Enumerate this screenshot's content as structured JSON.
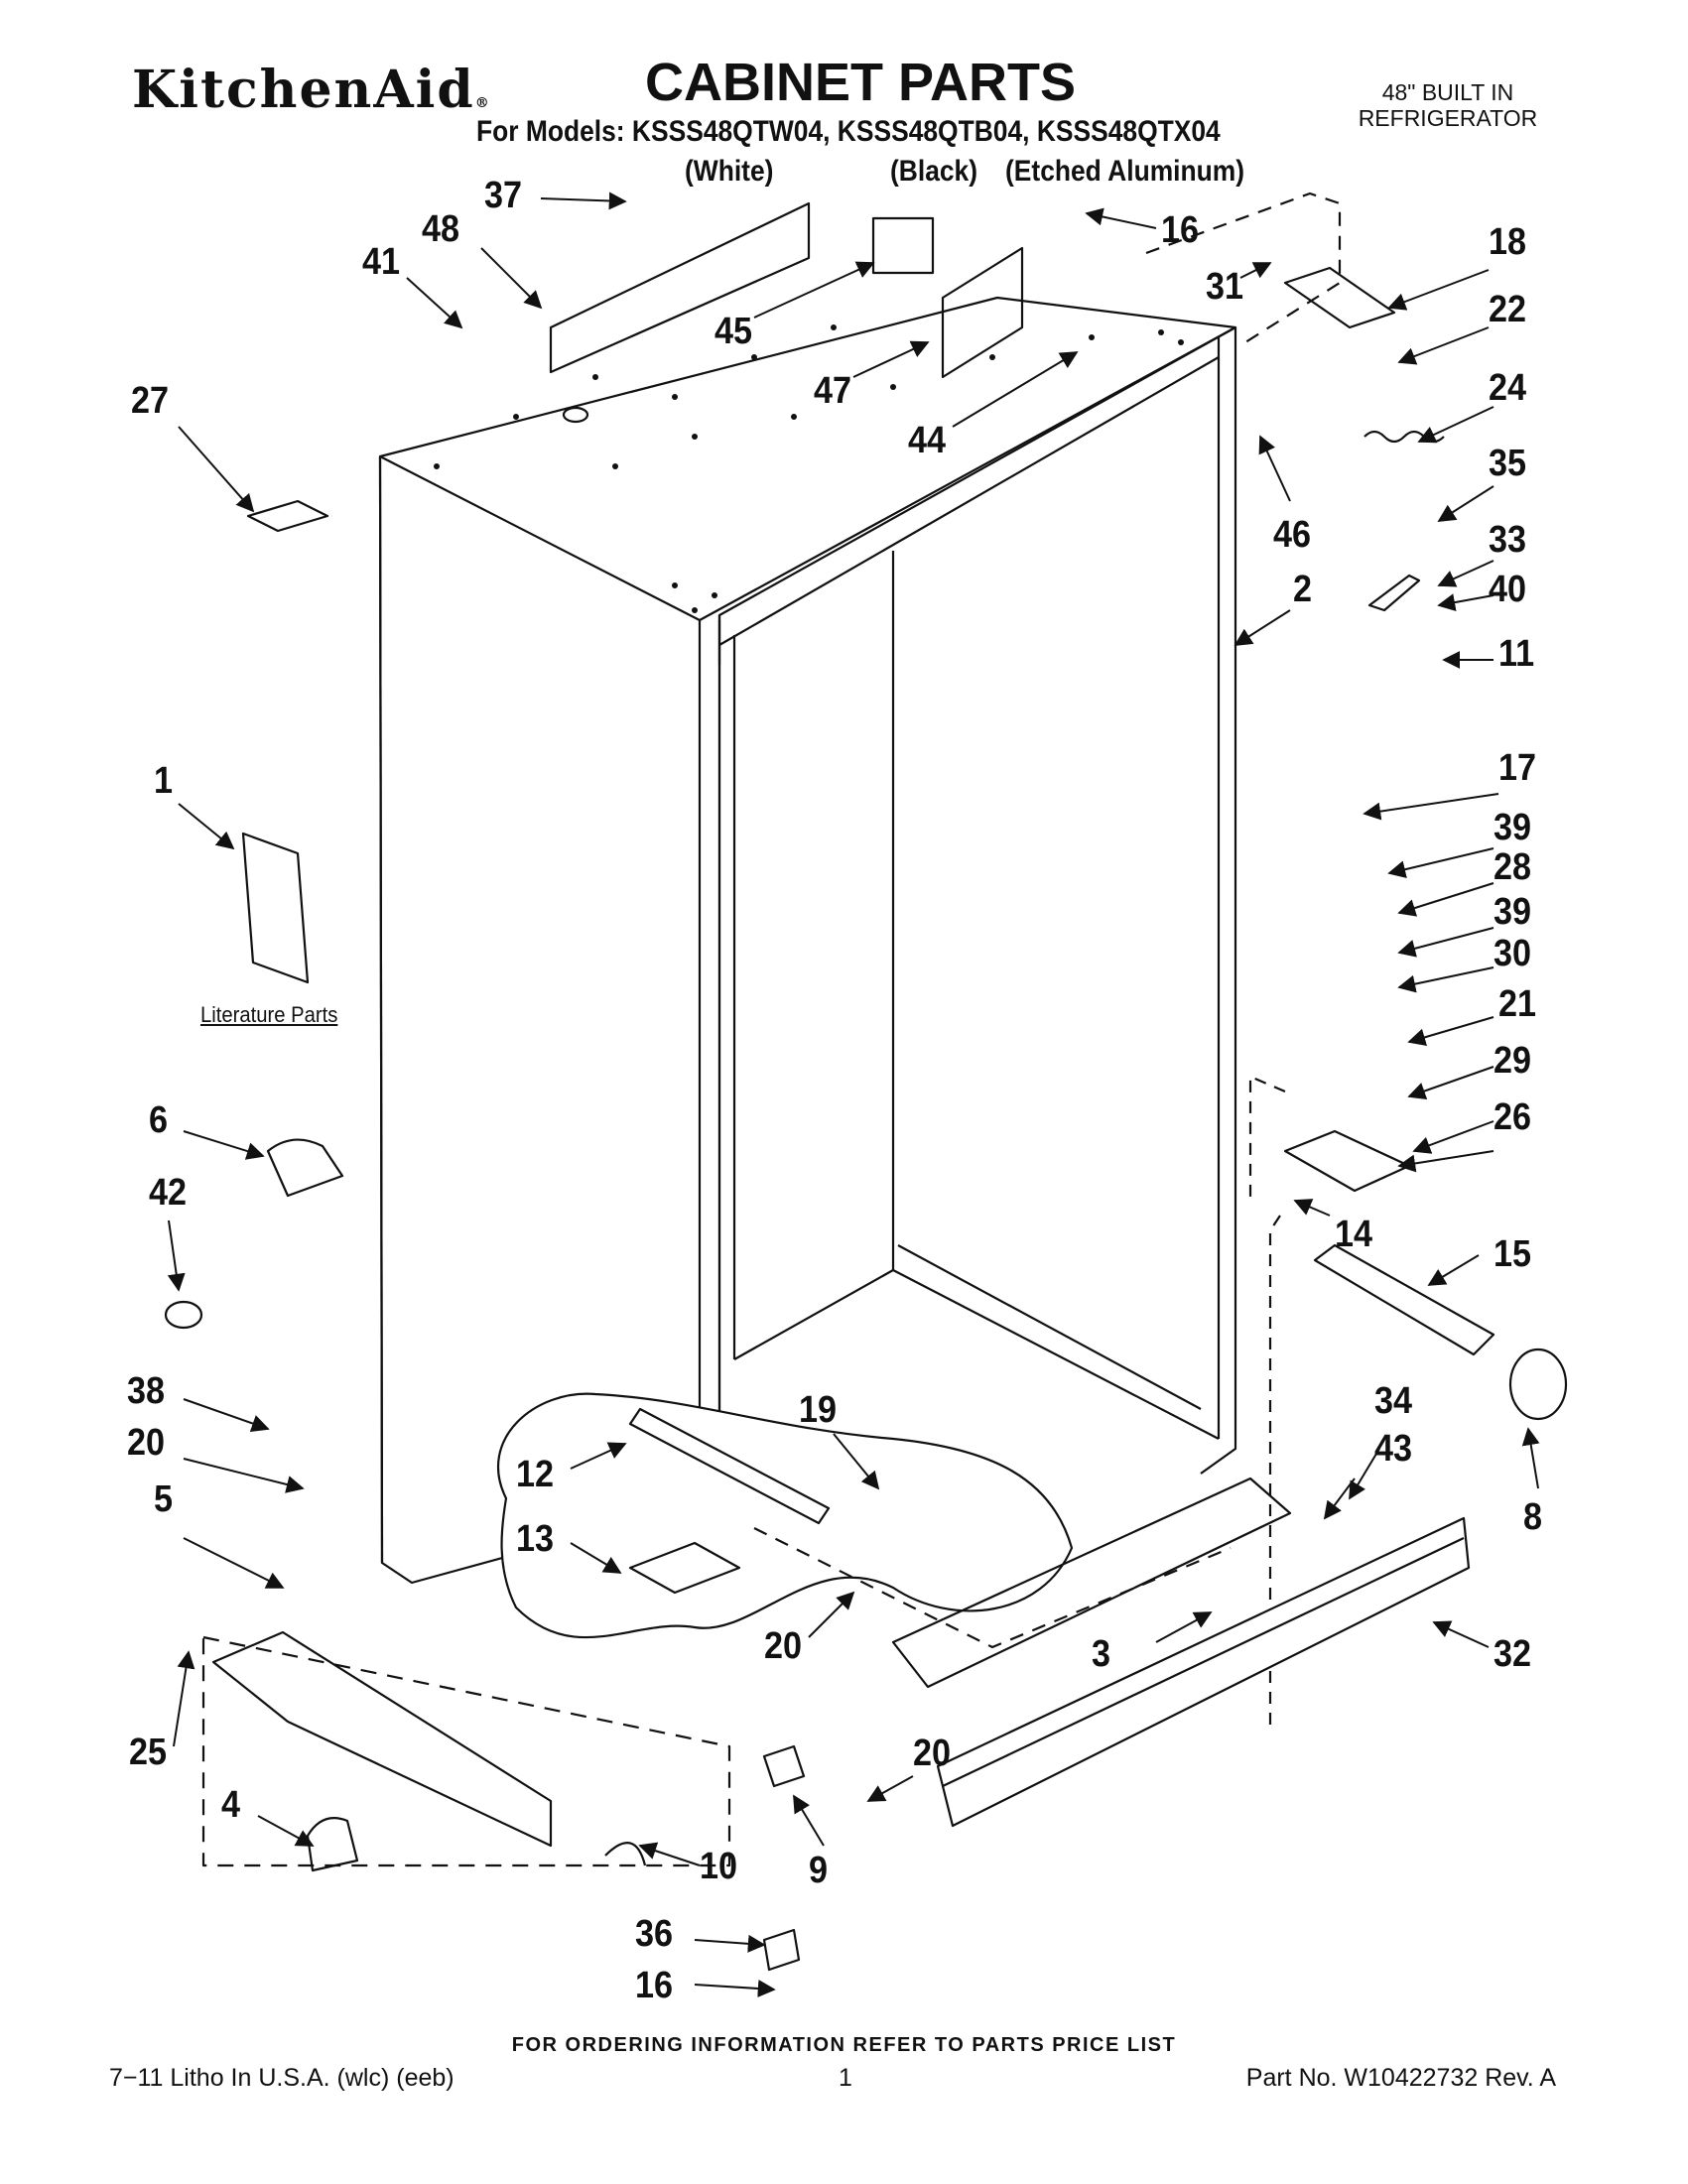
{
  "header": {
    "brand": "KitchenAid",
    "brand_mark": "®",
    "title": "CABINET PARTS",
    "models_line": "For Models: KSSS48QTW04, KSSS48QTB04, KSSS48QTX04",
    "variant_white": "(White)",
    "variant_black": "(Black)",
    "variant_aluminum": "(Etched Aluminum)",
    "product_line1": "48\" BUILT IN",
    "product_line2": "REFRIGERATOR"
  },
  "literature_label": "Literature Parts",
  "callouts": {
    "c37": "37",
    "c48": "48",
    "c41": "41",
    "c45": "45",
    "c47": "47",
    "c44": "44",
    "c16a": "16",
    "c31": "31",
    "c18": "18",
    "c22": "22",
    "c24": "24",
    "c27": "27",
    "c46": "46",
    "c35": "35",
    "c33": "33",
    "c40": "40",
    "c2": "2",
    "c11": "11",
    "c17": "17",
    "c39a": "39",
    "c28": "28",
    "c39b": "39",
    "c30": "30",
    "c21": "21",
    "c29": "29",
    "c26": "26",
    "c14": "14",
    "c15": "15",
    "c1": "1",
    "c6": "6",
    "c42": "42",
    "c38": "38",
    "c20a": "20",
    "c5": "5",
    "c19": "19",
    "c12": "12",
    "c13": "13",
    "c34": "34",
    "c43": "43",
    "c8": "8",
    "c20b": "20",
    "c3": "3",
    "c32": "32",
    "c25": "25",
    "c4": "4",
    "c20c": "20",
    "c10": "10",
    "c9": "9",
    "c36": "36",
    "c16b": "16"
  },
  "footer": {
    "ordering": "FOR ORDERING INFORMATION REFER TO PARTS PRICE LIST",
    "litho": "7−11 Litho In U.S.A. (wlc) (eeb)",
    "page": "1",
    "part_no": "Part No. W10422732 Rev. A"
  }
}
